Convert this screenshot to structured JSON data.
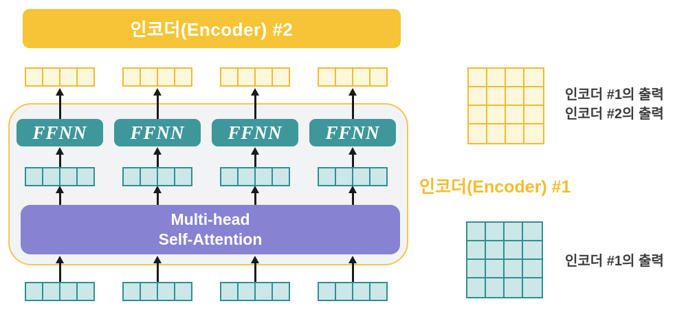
{
  "diagram": {
    "encoder2_label": "인코더(Encoder) #2",
    "encoder1_label": "인코더(Encoder) #1",
    "ffnn_labels": [
      "FFNN",
      "FFNN",
      "FFNN",
      "FFNN"
    ],
    "attention_line1": "Multi-head",
    "attention_line2": "Self-Attention",
    "strip_cells_per_vector": 4,
    "vector_columns": 4,
    "matrix_size": "4x4"
  },
  "right_panel": {
    "yellow_matrix_label_line1": "인코더 #1의 출력",
    "yellow_matrix_label_line2": "인코더 #2의 출력",
    "teal_matrix_label": "인코더 #1의 출력"
  },
  "colors": {
    "gold": "#F6C436",
    "gold_border": "#F2BA32",
    "light_yellow": "#FDF8DC",
    "teal": "#3E979B",
    "teal_border": "#318E90",
    "light_teal": "#CBE7E8",
    "purple": "#8583D2",
    "container_fill": "#F2F3F5",
    "container_border": "#F5C64F",
    "arrow": "#1A1A1A",
    "label_text": "#3C3C3C",
    "white": "#FFFFFF"
  }
}
